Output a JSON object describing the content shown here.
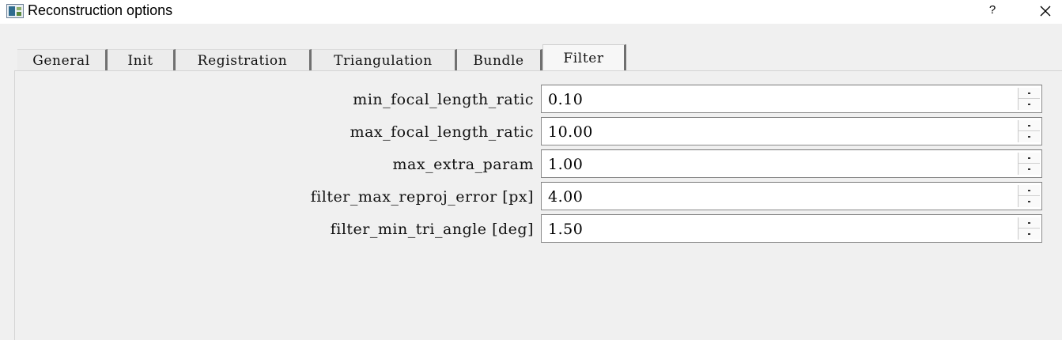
{
  "window": {
    "title": "Reconstruction options",
    "help_label": "?",
    "icons": {
      "app": "app-icon",
      "close": "close-icon"
    }
  },
  "tabs": [
    {
      "label": "General",
      "active": false
    },
    {
      "label": "Init",
      "active": false
    },
    {
      "label": "Registration",
      "active": false
    },
    {
      "label": "Triangulation",
      "active": false
    },
    {
      "label": "Bundle",
      "active": false
    },
    {
      "label": "Filter",
      "active": true
    }
  ],
  "fields": [
    {
      "label": "min_focal_length_ratic",
      "value": "0.10"
    },
    {
      "label": "max_focal_length_ratic",
      "value": "10.00"
    },
    {
      "label": "max_extra_param",
      "value": "1.00"
    },
    {
      "label": "filter_max_reproj_error [px]",
      "value": "4.00"
    },
    {
      "label": "filter_min_tri_angle [deg]",
      "value": "1.50"
    }
  ],
  "colors": {
    "window_bg": "#f0f0f0",
    "titlebar_bg": "#ffffff",
    "input_bg": "#ffffff"
  }
}
